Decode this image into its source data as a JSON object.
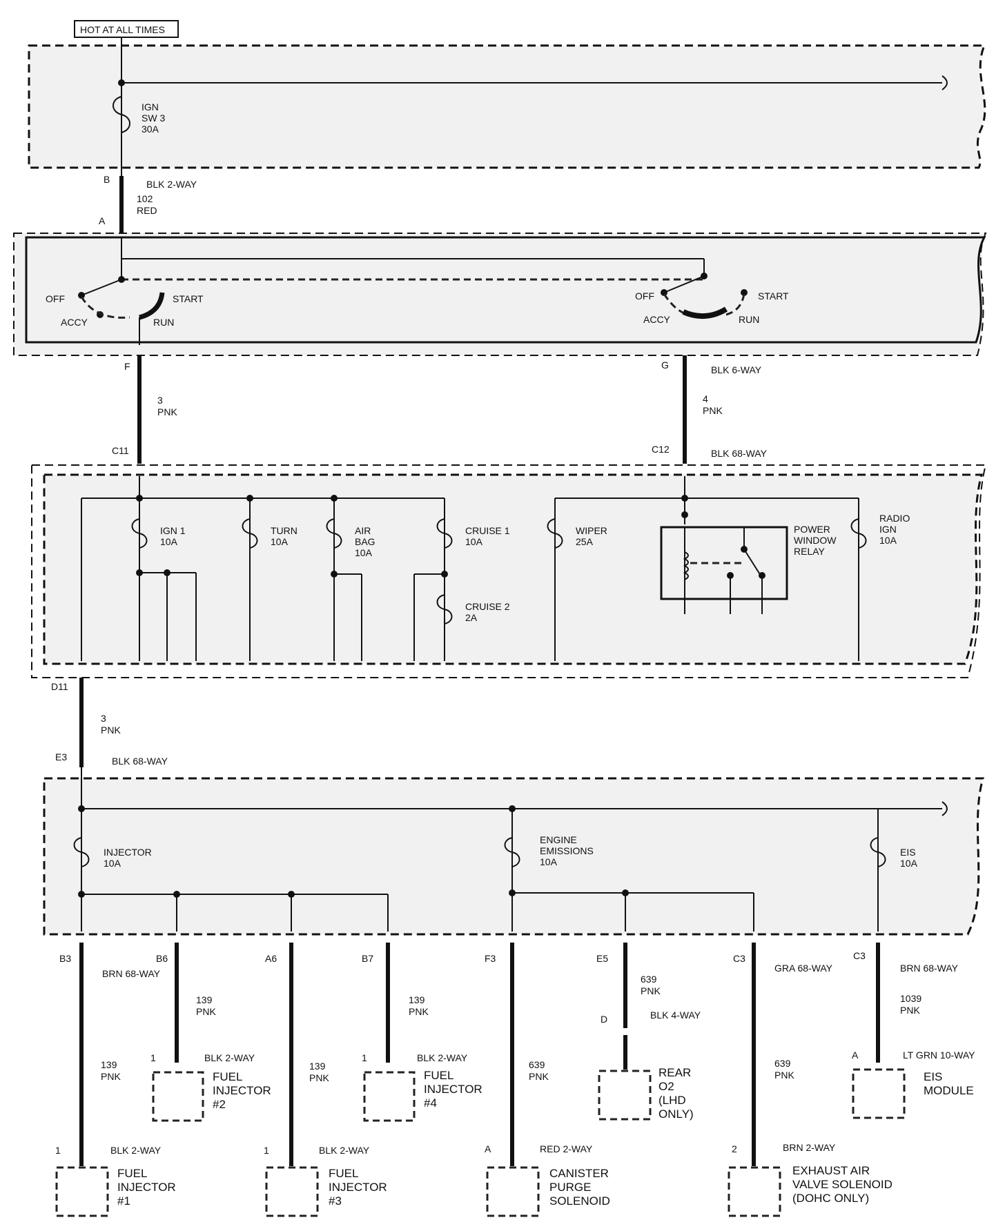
{
  "header_label": "HOT AT ALL TIMES",
  "fuse_ign_sw3": [
    "IGN",
    "SW 3",
    "30A"
  ],
  "conn_b": {
    "pin": "B",
    "conn": "BLK 2-WAY"
  },
  "wire_102": [
    "102",
    "RED"
  ],
  "pin_a": "A",
  "ign_switch_left": {
    "off": "OFF",
    "start": "START",
    "accy": "ACCY",
    "run": "RUN"
  },
  "ign_switch_right": {
    "off": "OFF",
    "start": "START",
    "accy": "ACCY",
    "run": "RUN"
  },
  "pin_f": "F",
  "pin_g": {
    "pin": "G",
    "conn": "BLK 6-WAY"
  },
  "wire_3": [
    "3",
    "PNK"
  ],
  "wire_4": [
    "4",
    "PNK"
  ],
  "pin_c11": "C11",
  "pin_c12": {
    "pin": "C12",
    "conn": "BLK 68-WAY"
  },
  "fuses_mid": [
    [
      "IGN 1",
      "10A"
    ],
    [
      "TURN",
      "10A"
    ],
    [
      "AIR",
      "BAG",
      "10A"
    ],
    [
      "CRUISE 1",
      "10A"
    ],
    [
      "CRUISE 2",
      "2A"
    ],
    [
      "WIPER",
      "25A"
    ],
    [
      "RADIO",
      "IGN",
      "10A"
    ]
  ],
  "relay": [
    "POWER",
    "WINDOW",
    "RELAY"
  ],
  "pin_d11": "D11",
  "wire_3b": [
    "3",
    "PNK"
  ],
  "pin_e3": {
    "pin": "E3",
    "conn": "BLK 68-WAY"
  },
  "fuses_low": [
    [
      "INJECTOR",
      "10A"
    ],
    [
      "ENGINE",
      "EMISSIONS",
      "10A"
    ],
    [
      "EIS",
      "10A"
    ]
  ],
  "outputs": {
    "b3": {
      "pin": "B3",
      "conn": "BRN 68-WAY"
    },
    "b6": "B6",
    "a6": "A6",
    "b7": "B7",
    "f3": "F3",
    "e5": "E5",
    "c3a": {
      "pin": "C3",
      "conn": "GRA 68-WAY"
    },
    "c3b": {
      "pin": "C3",
      "conn": "BRN 68-WAY"
    }
  },
  "wires_out": {
    "w139a": [
      "139",
      "PNK"
    ],
    "w139b": [
      "139",
      "PNK"
    ],
    "w139c": [
      "139",
      "PNK"
    ],
    "w139d": [
      "139",
      "PNK"
    ],
    "w639a": [
      "639",
      "PNK"
    ],
    "w639b": [
      "639",
      "PNK"
    ],
    "w639c": [
      "639",
      "PNK"
    ],
    "w1039": [
      "1039",
      "PNK"
    ]
  },
  "components": {
    "inj2": {
      "pin": "1",
      "conn": "BLK 2-WAY",
      "name": [
        "FUEL",
        "INJECTOR",
        "#2"
      ]
    },
    "inj4": {
      "pin": "1",
      "conn": "BLK 2-WAY",
      "name": [
        "FUEL",
        "INJECTOR",
        "#4"
      ]
    },
    "rearo2": {
      "pin": "D",
      "conn": "BLK 4-WAY",
      "name": [
        "REAR",
        "O2",
        "(LHD",
        "ONLY)"
      ]
    },
    "eis": {
      "pin": "A",
      "conn": "LT GRN 10-WAY",
      "name": [
        "EIS",
        "MODULE"
      ]
    },
    "inj1": {
      "pin": "1",
      "conn": "BLK 2-WAY",
      "name": [
        "FUEL",
        "INJECTOR",
        "#1"
      ]
    },
    "inj3": {
      "pin": "1",
      "conn": "BLK 2-WAY",
      "name": [
        "FUEL",
        "INJECTOR",
        "#3"
      ]
    },
    "canister": {
      "pin": "A",
      "conn": "RED 2-WAY",
      "name": [
        "CANISTER",
        "PURGE",
        "SOLENOID"
      ]
    },
    "exhaust": {
      "pin": "2",
      "conn": "BRN 2-WAY",
      "name": [
        "EXHAUST AIR",
        "VALVE SOLENOID",
        "(DOHC ONLY)"
      ]
    }
  }
}
